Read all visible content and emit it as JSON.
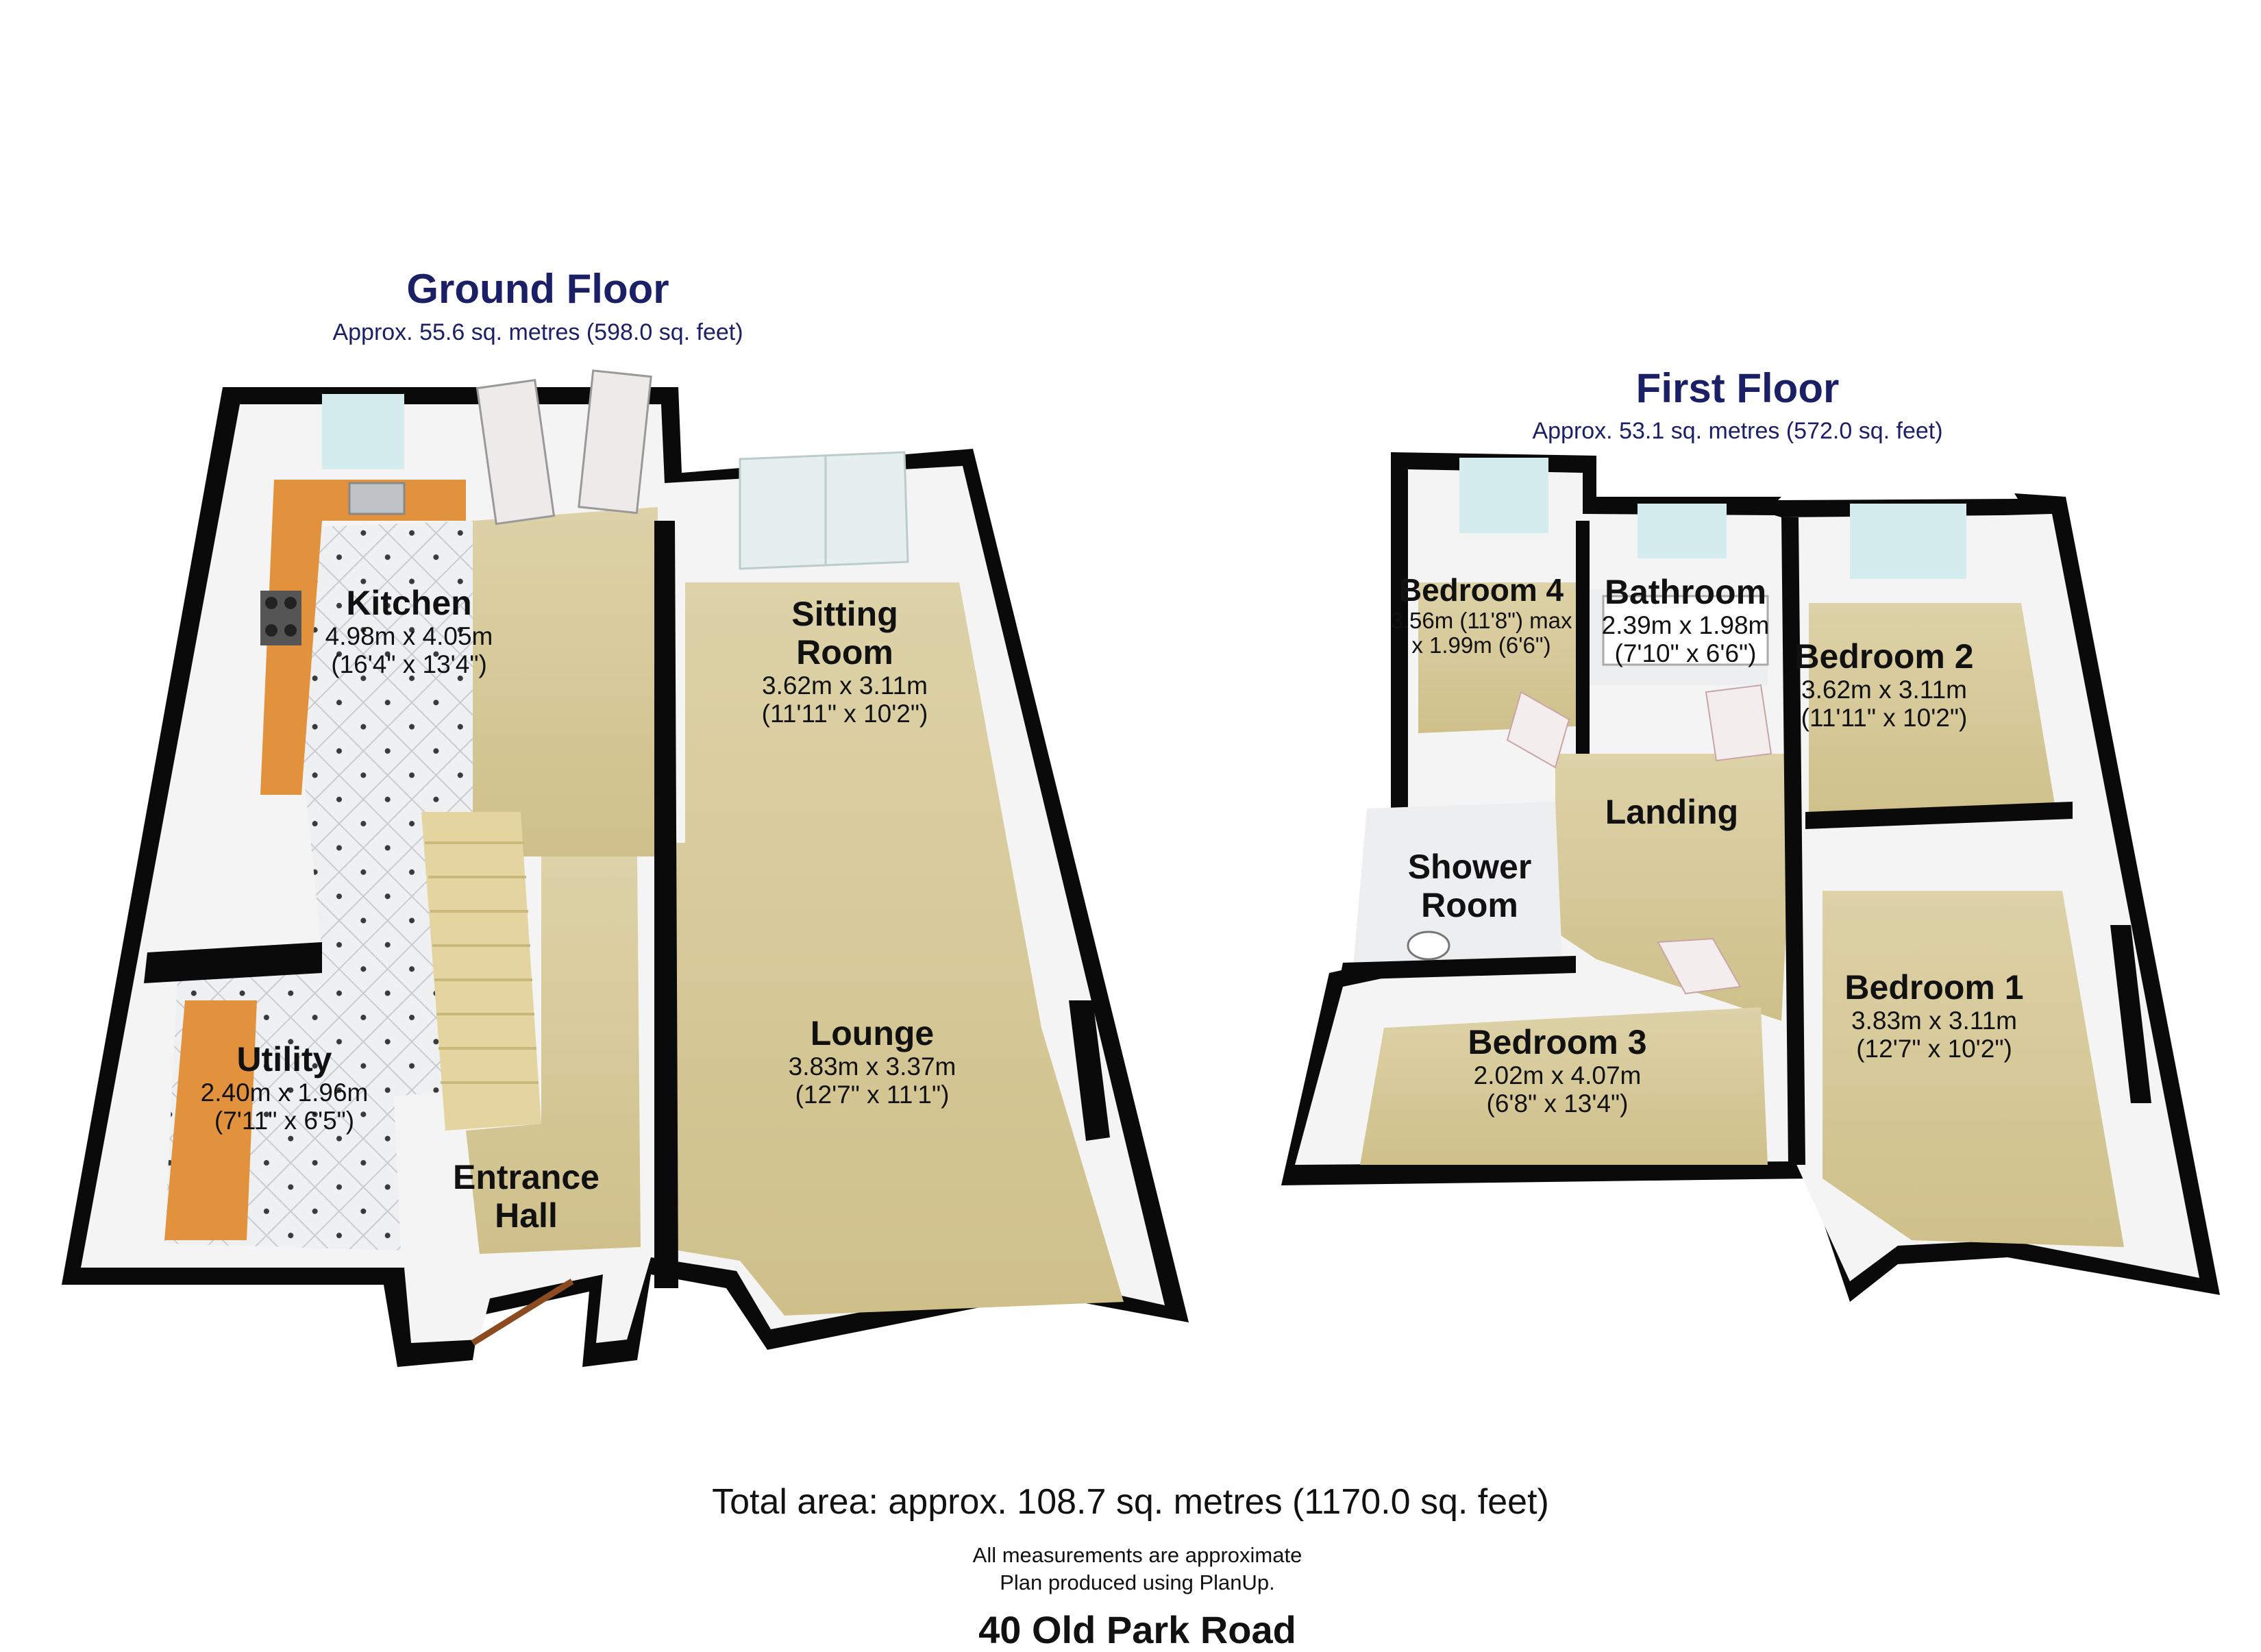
{
  "ground_floor": {
    "title": "Ground Floor",
    "area": "Approx. 55.6 sq. metres (598.0 sq. feet)",
    "rooms": {
      "kitchen": {
        "name": "Kitchen",
        "metric": "4.98m x 4.05m",
        "imperial": "(16'4\" x 13'4\")"
      },
      "sitting_room": {
        "name_line1": "Sitting",
        "name_line2": "Room",
        "metric": "3.62m x 3.11m",
        "imperial": "(11'11\" x 10'2\")"
      },
      "utility": {
        "name": "Utility",
        "metric": "2.40m x 1.96m",
        "imperial": "(7'11\" x 6'5\")"
      },
      "lounge": {
        "name": "Lounge",
        "metric": "3.83m x 3.37m",
        "imperial": "(12'7\" x 11'1\")"
      },
      "entrance_hall": {
        "name_line1": "Entrance",
        "name_line2": "Hall"
      }
    }
  },
  "first_floor": {
    "title": "First Floor",
    "area": "Approx. 53.1 sq. metres (572.0 sq. feet)",
    "rooms": {
      "bedroom4": {
        "name": "Bedroom 4",
        "metric": "3.56m (11'8\") max",
        "imperial": "x 1.99m (6'6\")"
      },
      "bathroom": {
        "name": "Bathroom",
        "metric": "2.39m x 1.98m",
        "imperial": "(7'10\" x 6'6\")"
      },
      "bedroom2": {
        "name": "Bedroom 2",
        "metric": "3.62m x 3.11m",
        "imperial": "(11'11\" x 10'2\")"
      },
      "landing": {
        "name": "Landing"
      },
      "shower_room": {
        "name_line1": "Shower",
        "name_line2": "Room"
      },
      "bedroom1": {
        "name": "Bedroom 1",
        "metric": "3.83m x 3.11m",
        "imperial": "(12'7\" x 10'2\")"
      },
      "bedroom3": {
        "name": "Bedroom 3",
        "metric": "2.02m x 4.07m",
        "imperial": "(6'8\" x 13'4\")"
      }
    }
  },
  "footer": {
    "total": "Total area: approx. 108.7 sq. metres (1170.0 sq. feet)",
    "note1": "All measurements are approximate",
    "note2": "Plan produced using PlanUp.",
    "address": "40 Old Park Road"
  },
  "colors": {
    "wall": "#0a0a0a",
    "floor": "#d8cb9a",
    "kitchen_tile": "#ecedf0",
    "worktop": "#e2923c",
    "window": "#cfe9ec",
    "door": "#f3eded",
    "title": "#1a1f66"
  }
}
